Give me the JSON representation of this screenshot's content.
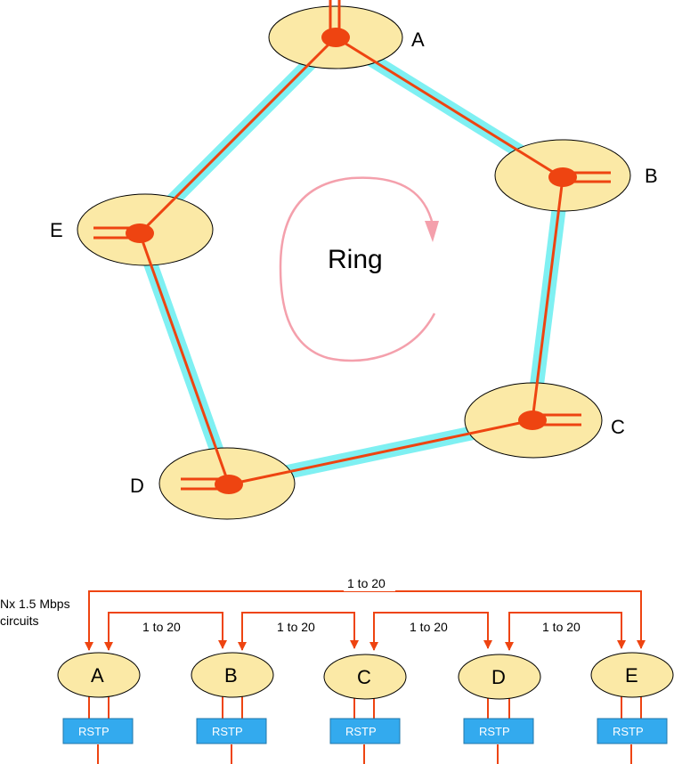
{
  "colors": {
    "node_fill": "#fbe9a6",
    "ring_band": "#7ff0f2",
    "link": "#ee4411",
    "rotation_arrow": "#f4a0ac",
    "rstp_box": "#33aaee"
  },
  "ring_diagram": {
    "title": "Ring",
    "nodes": [
      {
        "id": "A",
        "label": "A"
      },
      {
        "id": "B",
        "label": "B"
      },
      {
        "id": "C",
        "label": "C"
      },
      {
        "id": "D",
        "label": "D"
      },
      {
        "id": "E",
        "label": "E"
      }
    ]
  },
  "linear_diagram": {
    "nodes": [
      {
        "id": "A",
        "label": "A",
        "box": "RSTP"
      },
      {
        "id": "B",
        "label": "B",
        "box": "RSTP"
      },
      {
        "id": "C",
        "label": "C",
        "box": "RSTP"
      },
      {
        "id": "D",
        "label": "D",
        "box": "RSTP"
      },
      {
        "id": "E",
        "label": "E",
        "box": "RSTP"
      }
    ],
    "circuit_note_line1": "Nx 1.5 Mbps",
    "circuit_note_line2": "circuits",
    "links": [
      {
        "from": "A",
        "to": "E",
        "label": "1 to 20"
      },
      {
        "from": "A",
        "to": "B",
        "label": "1 to 20"
      },
      {
        "from": "B",
        "to": "C",
        "label": "1 to 20"
      },
      {
        "from": "C",
        "to": "D",
        "label": "1 to 20"
      },
      {
        "from": "D",
        "to": "E",
        "label": "1 to 20"
      }
    ]
  }
}
